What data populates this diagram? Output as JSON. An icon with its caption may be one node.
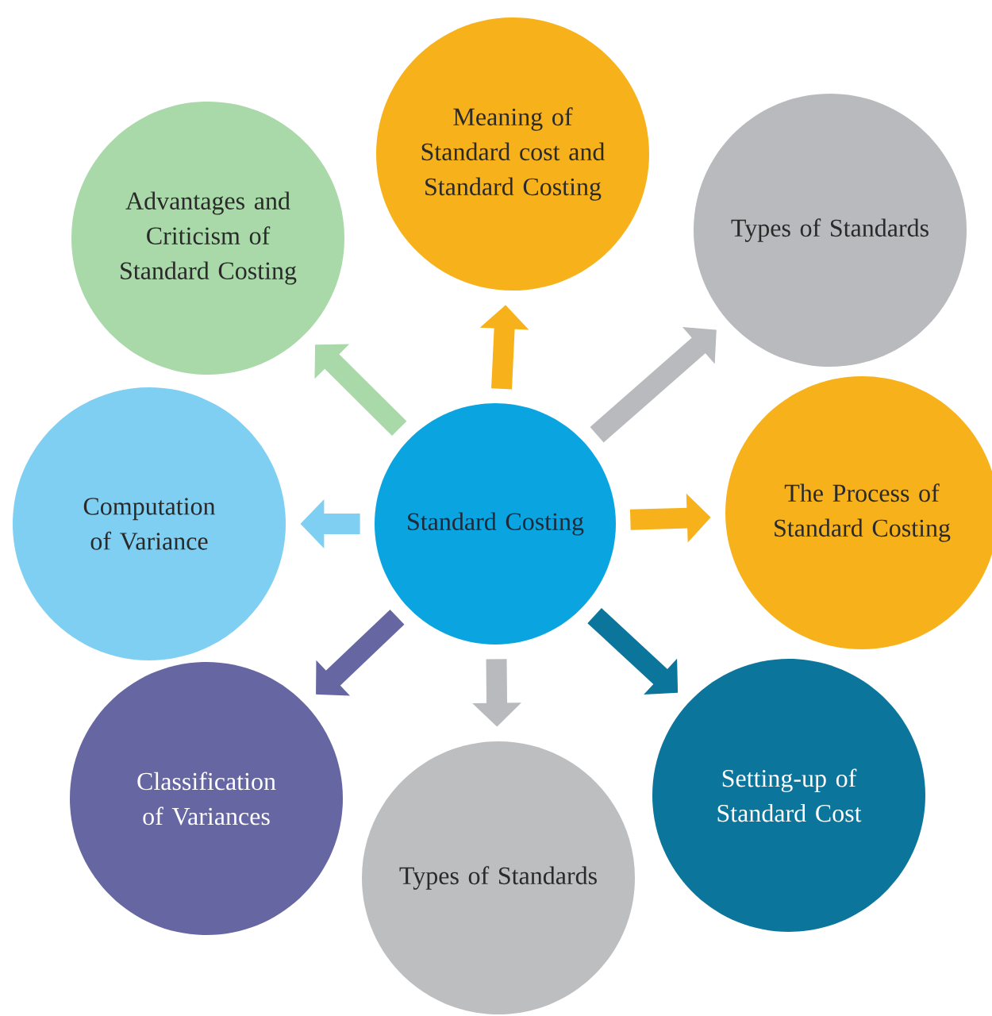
{
  "diagram": {
    "nodes": [
      {
        "text": [
          "Standard Costing"
        ]
      },
      {
        "text": [
          "Meaning of Standard cost and Standard Costing"
        ]
      },
      {
        "text": [
          "Types of Standards"
        ]
      },
      {
        "text": [
          "The Process of Standard Costing"
        ]
      },
      {
        "text": [
          "Setting-up of Standard Cost"
        ]
      },
      {
        "text": [
          "Types of Standards"
        ]
      },
      {
        "text": [
          "Classification of Variances"
        ]
      },
      {
        "text": [
          "Computation of Variance"
        ]
      },
      {
        "text": [
          "Advantages and Criticism of Standard Costing"
        ]
      }
    ],
    "edges": [
      {
        "from": 0,
        "to": 1,
        "arrow": "to",
        "color": "#f7b21b"
      },
      {
        "from": 0,
        "to": 2,
        "arrow": "to",
        "color": "#b8babd"
      },
      {
        "from": 0,
        "to": 3,
        "arrow": "to",
        "color": "#f7b21b"
      },
      {
        "from": 0,
        "to": 4,
        "arrow": "to",
        "color": "#0b759c"
      },
      {
        "from": 0,
        "to": 5,
        "arrow": "to",
        "color": "#b8babd"
      },
      {
        "from": 0,
        "to": 6,
        "arrow": "to",
        "color": "#6666a3"
      },
      {
        "from": 0,
        "to": 7,
        "arrow": "to",
        "color": "#7fcff3"
      },
      {
        "from": 0,
        "to": 8,
        "arrow": "to",
        "color": "#a9d8a9"
      }
    ]
  }
}
